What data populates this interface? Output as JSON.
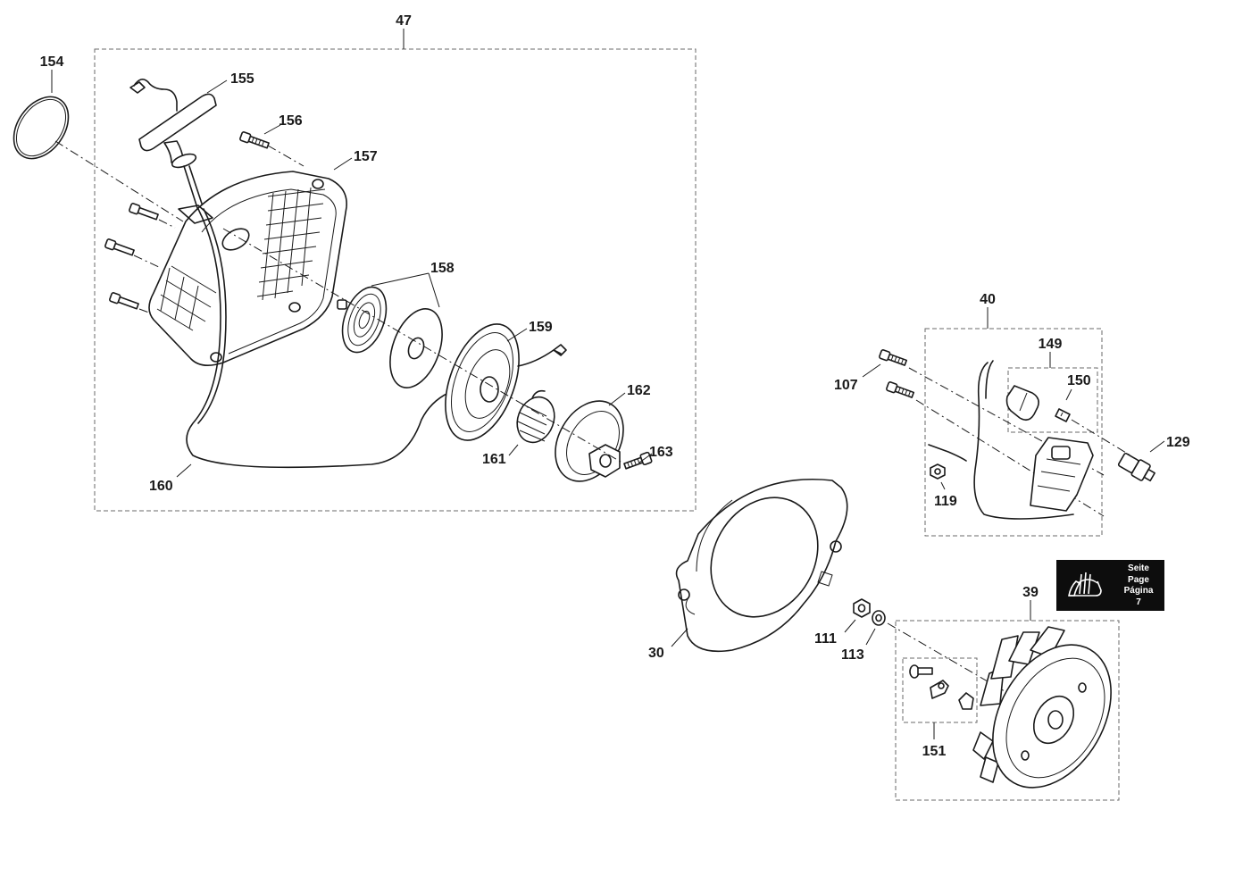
{
  "diagram": {
    "group_labels": {
      "g47": "47",
      "g40": "40",
      "g39": "39",
      "g149": "149",
      "g151": "151"
    },
    "callouts": {
      "p154": "154",
      "p155": "155",
      "p156": "156",
      "p157": "157",
      "p158": "158",
      "p159": "159",
      "p160": "160",
      "p161": "161",
      "p162": "162",
      "p163": "163",
      "p107": "107",
      "p150": "150",
      "p129": "129",
      "p119": "119",
      "p30": "30",
      "p111": "111",
      "p113": "113"
    }
  },
  "page_reference": {
    "icon": "flywheel-page-icon",
    "lines": [
      "Seite",
      "Page",
      "Página",
      "7"
    ]
  }
}
